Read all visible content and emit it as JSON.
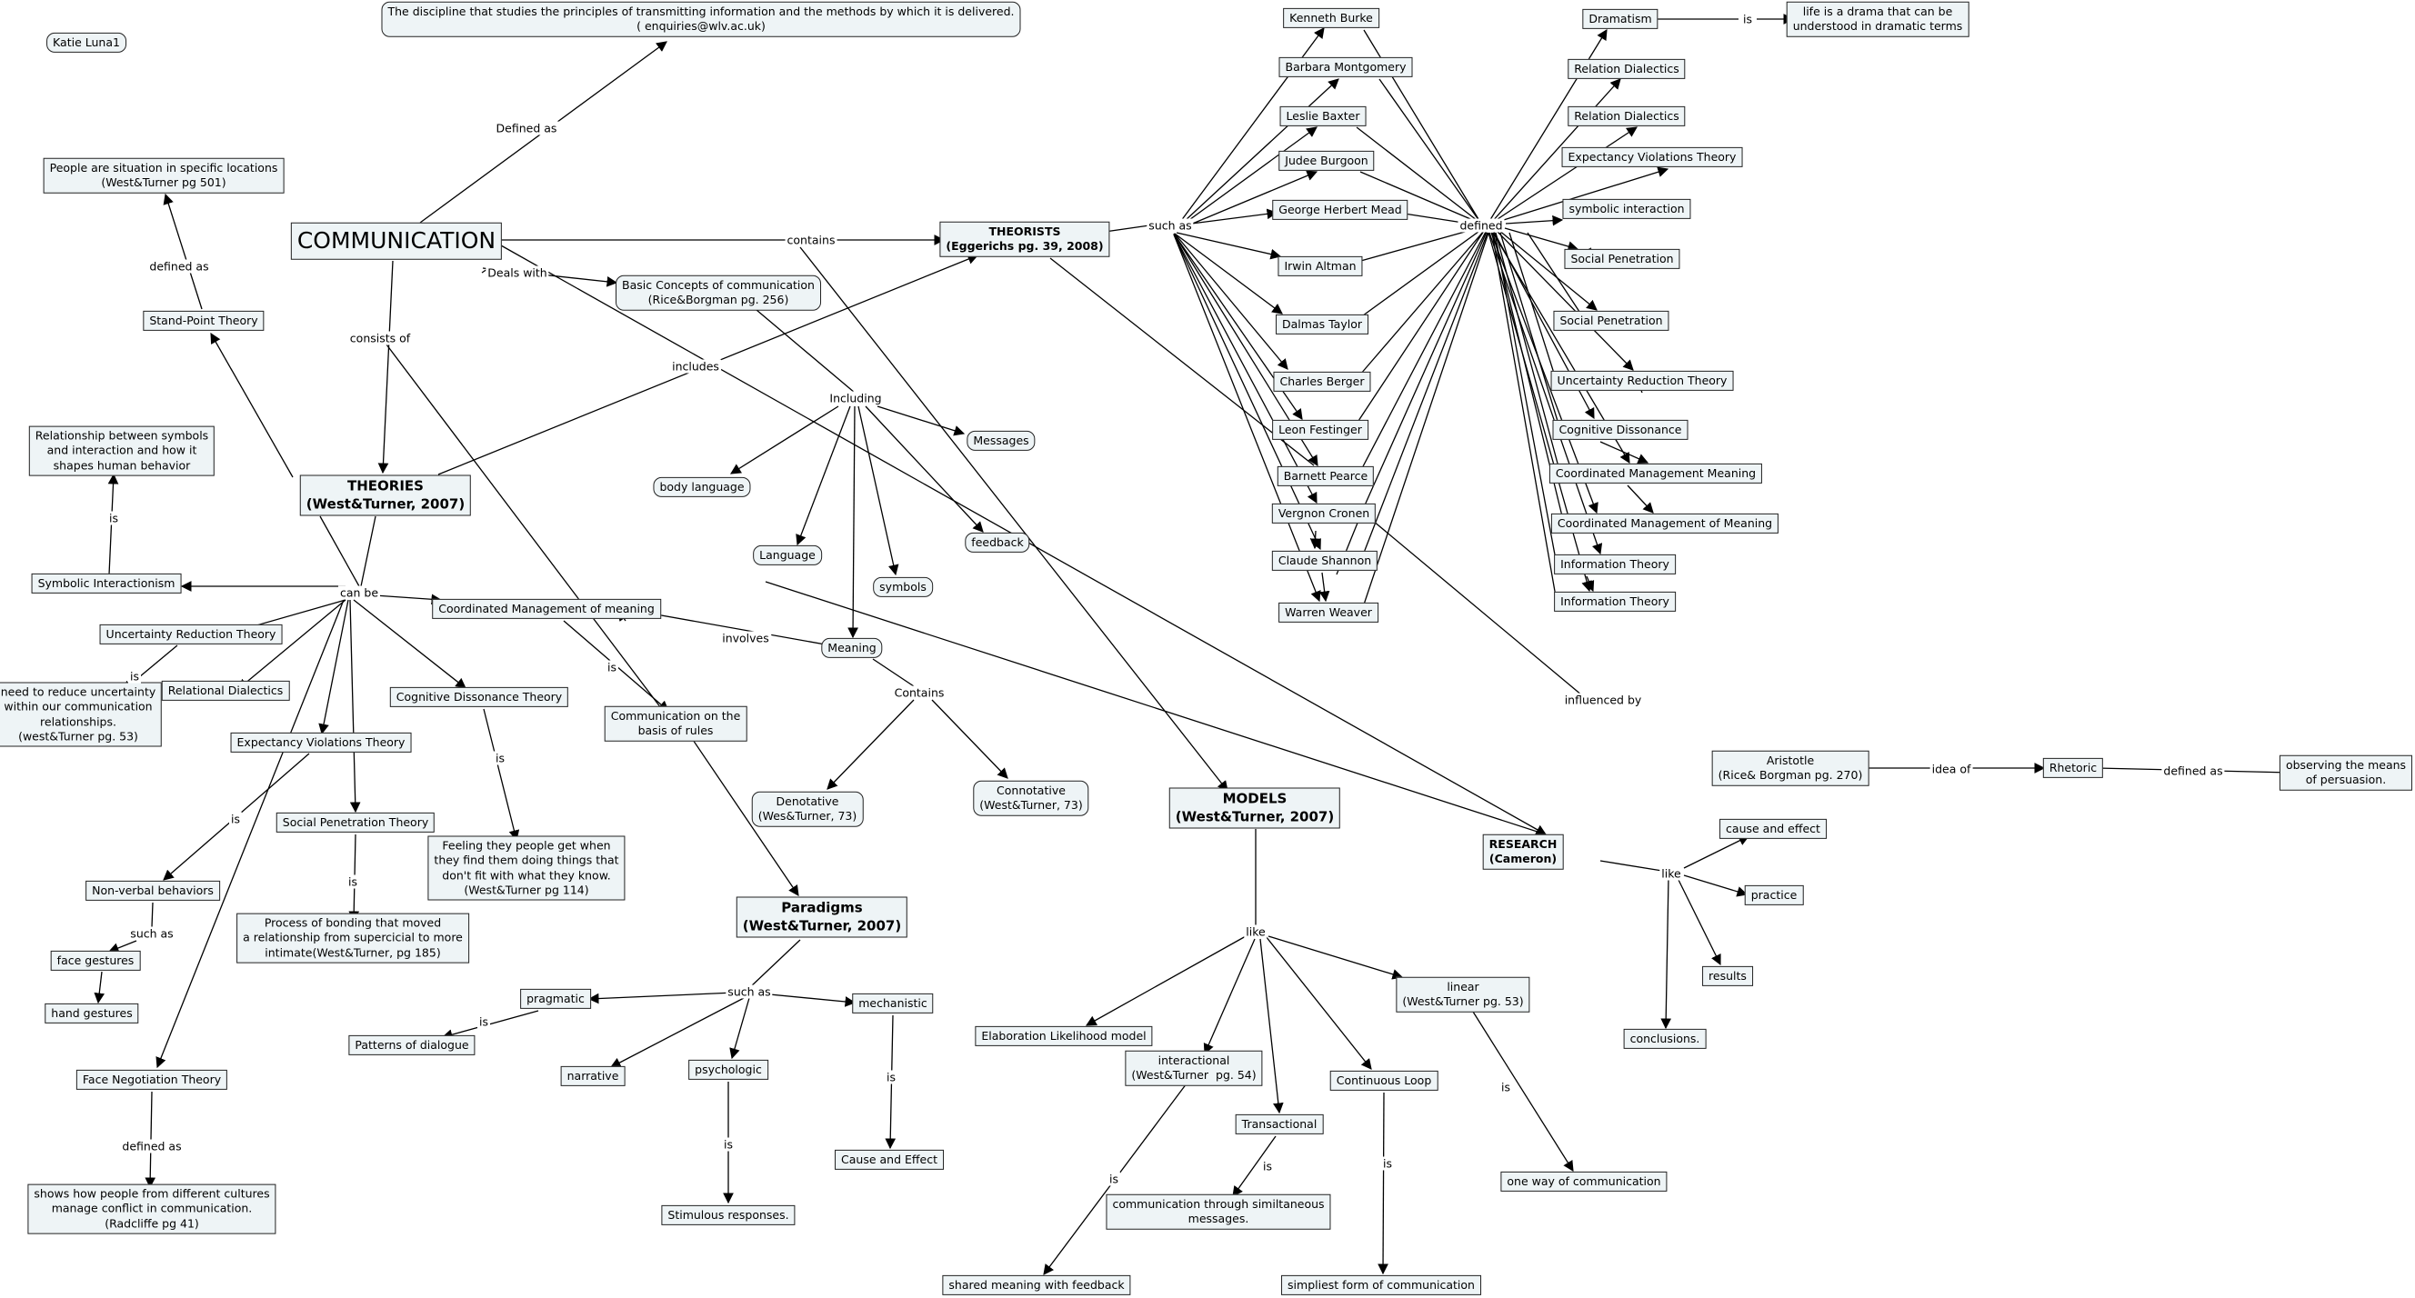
{
  "nodes": {
    "author": {
      "text": "Katie Luna1"
    },
    "definition": {
      "text": "The discipline that studies the principles of transmitting information and the methods by which it is delivered.\n( enquiries@wlv.ac.uk)"
    },
    "communication": {
      "text": "COMMUNICATION"
    },
    "situation": {
      "text": "People are situation in specific locations\n(West&Turner pg 501)"
    },
    "standpoint": {
      "text": "Stand-Point Theory"
    },
    "theories": {
      "text": "THEORIES\n(West&Turner, 2007)"
    },
    "theorists": {
      "text": "THEORISTS\n(Eggerichs pg. 39, 2008)"
    },
    "basic_concepts": {
      "text": "Basic Concepts of communication\n(Rice&Borgman pg. 256)"
    },
    "relationship_symbols": {
      "text": "Relationship between symbols\nand interaction and how it\nshapes human behavior"
    },
    "symbolic_interactionism": {
      "text": "Symbolic Interactionism"
    },
    "urt": {
      "text": "Uncertainty Reduction Theory"
    },
    "relational_dialectics": {
      "text": "Relational Dialectics"
    },
    "need_reduce": {
      "text": "need to reduce uncertainty\nwithin our communication\nrelationships.\n(west&Turner pg. 53)"
    },
    "evt": {
      "text": "Expectancy Violations Theory"
    },
    "nonverbal": {
      "text": "Non-verbal behaviors"
    },
    "face_gestures": {
      "text": "face gestures"
    },
    "hand_gestures": {
      "text": "hand gestures"
    },
    "face_negotiation": {
      "text": "Face Negotiation Theory"
    },
    "shows_how": {
      "text": "shows how people from different cultures\nmanage conflict in communication.\n(Radcliffe pg 41)"
    },
    "spt": {
      "text": "Social Penetration Theory"
    },
    "bonding": {
      "text": "Process of bonding that moved\na relationship from supercicial to more\nintimate(West&Turner, pg 185)"
    },
    "cdt": {
      "text": "Cognitive Dissonance Theory"
    },
    "feeling": {
      "text": "Feeling they people get when\nthey find them doing things that\ndon't fit with what they know.\n(West&Turner pg 114)"
    },
    "cmm": {
      "text": "Coordinated Management of meaning"
    },
    "comm_rules": {
      "text": "Communication on the\nbasis of rules"
    },
    "paradigms": {
      "text": "Paradigms\n(West&Turner, 2007)"
    },
    "pragmatic": {
      "text": "pragmatic"
    },
    "patterns": {
      "text": "Patterns of dialogue"
    },
    "narrative": {
      "text": "narrative"
    },
    "psychologic": {
      "text": "psychologic"
    },
    "stimulous": {
      "text": "Stimulous responses."
    },
    "mechanistic": {
      "text": "mechanistic"
    },
    "cause_effect_cap": {
      "text": "Cause and Effect"
    },
    "body_language": {
      "text": "body language"
    },
    "language": {
      "text": "Language"
    },
    "symbols": {
      "text": "symbols"
    },
    "messages": {
      "text": "Messages"
    },
    "feedback": {
      "text": "feedback"
    },
    "meaning": {
      "text": "Meaning"
    },
    "denotative": {
      "text": "Denotative\n(Wes&Turner, 73)"
    },
    "connotative": {
      "text": "Connotative\n(West&Turner, 73)"
    },
    "models": {
      "text": "MODELS\n(West&Turner, 2007)"
    },
    "elm": {
      "text": "Elaboration Likelihood model"
    },
    "interactional": {
      "text": "interactional\n(West&Turner  pg. 54)"
    },
    "shared_meaning": {
      "text": "shared meaning with feedback"
    },
    "transactional": {
      "text": "Transactional"
    },
    "simultaneous": {
      "text": "communication through similtaneous\nmessages."
    },
    "continuous_loop": {
      "text": "Continuous Loop"
    },
    "simplest": {
      "text": "simpliest form of communication"
    },
    "linear": {
      "text": "linear\n(West&Turner pg. 53)"
    },
    "one_way": {
      "text": "one way of communication"
    },
    "research": {
      "text": "RESEARCH\n(Cameron)"
    },
    "cause_effect": {
      "text": "cause and effect"
    },
    "practice": {
      "text": "practice"
    },
    "results": {
      "text": "results"
    },
    "conclusions": {
      "text": "conclusions."
    },
    "aristotle": {
      "text": "Aristotle\n(Rice& Borgman pg. 270)"
    },
    "rhetoric": {
      "text": "Rhetoric"
    },
    "persuasion": {
      "text": "observing the means\nof persuasion."
    },
    "burke": {
      "text": "Kenneth Burke"
    },
    "montgomery": {
      "text": "Barbara Montgomery"
    },
    "baxter": {
      "text": "Leslie Baxter"
    },
    "burgoon": {
      "text": "Judee Burgoon"
    },
    "mead": {
      "text": "George Herbert Mead"
    },
    "altman": {
      "text": "Irwin Altman"
    },
    "taylor": {
      "text": "Dalmas Taylor"
    },
    "berger": {
      "text": "Charles Berger"
    },
    "festinger": {
      "text": "Leon Festinger"
    },
    "pearce": {
      "text": "Barnett Pearce"
    },
    "cronen": {
      "text": "Vergnon Cronen"
    },
    "shannon": {
      "text": "Claude Shannon"
    },
    "weaver": {
      "text": "Warren Weaver"
    },
    "dramatism": {
      "text": "Dramatism"
    },
    "drama_def": {
      "text": "life is a drama that can be\nunderstood in dramatic terms"
    },
    "rd1": {
      "text": "Relation Dialectics"
    },
    "rd2": {
      "text": "Relation Dialectics"
    },
    "evt2": {
      "text": "Expectancy Violations Theory"
    },
    "sym_int": {
      "text": "symbolic interaction"
    },
    "sp1": {
      "text": "Social Penetration"
    },
    "sp2": {
      "text": "Social Penetration"
    },
    "urt2": {
      "text": "Uncertainty Reduction Theory"
    },
    "cd2": {
      "text": "Cognitive Dissonance"
    },
    "cmm2": {
      "text": "Coordinated Management Meaning"
    },
    "cmm3": {
      "text": "Coordinated Management of Meaning"
    },
    "it1": {
      "text": "Information Theory"
    },
    "it2": {
      "text": "Information Theory"
    }
  },
  "labels": {
    "defined_as_1": "Defined as",
    "contains": "contains",
    "deals_with": "Deals with",
    "consists_of": "consists of",
    "defined_as_2": "defined as",
    "includes": "includes",
    "is_1": "is",
    "can_be": "can be",
    "is_2": "is",
    "is_3": "is",
    "such_as_1": "such as",
    "defined_as_3": "defined as",
    "is_4": "is",
    "is_5": "is",
    "is_6": "is",
    "including": "Including",
    "involves": "involves",
    "contains_2": "Contains",
    "such_as_2": "such as",
    "is_7": "is",
    "is_8": "is",
    "is_9": "is",
    "such_as_3": "such as",
    "defined": "defined",
    "is_10": "is",
    "influenced_by": "influenced by",
    "idea_of": "idea of",
    "defined_as_4": "defined as",
    "like_1": "like",
    "is_11": "is",
    "is_12": "is",
    "is_13": "is",
    "is_14": "is",
    "like_2": "like"
  }
}
